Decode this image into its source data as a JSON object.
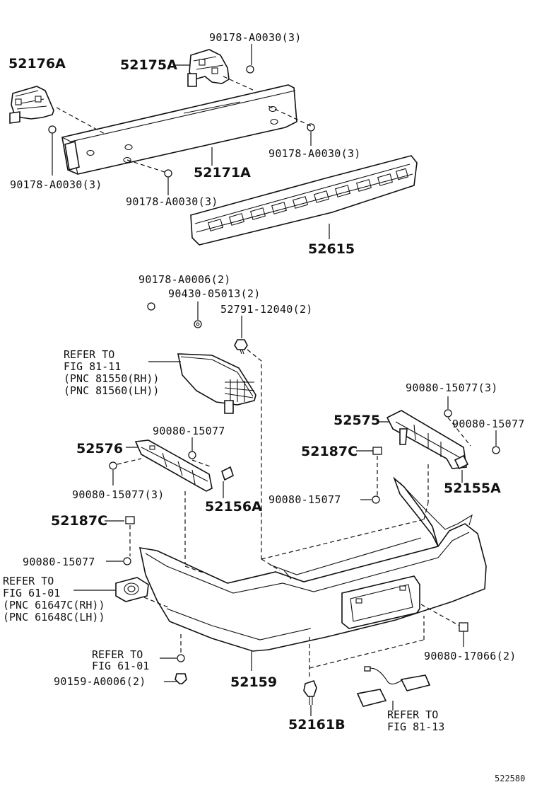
{
  "labels": {
    "p52176A": "52176A",
    "p52175A": "52175A",
    "p90178_a0030_top": "90178-A0030(3)",
    "p90178_a0030_left": "90178-A0030(3)",
    "p90178_a0030_right": "90178-A0030(3)",
    "p90178_a0030_mid": "90178-A0030(3)",
    "p52171A": "52171A",
    "p52615": "52615",
    "p90178_a0006": "90178-A0006(2)",
    "p90430_05013": "90430-05013(2)",
    "p52791_12040": "52791-12040(2)",
    "refer_lamp_1": "REFER TO",
    "refer_lamp_2": "FIG 81-11",
    "refer_lamp_3": "(PNC 81550(RH))",
    "refer_lamp_4": "(PNC 81560(LH))",
    "p90080_15077_3_right": "90080-15077(3)",
    "p52575": "52575",
    "p90080_15077_far_right": "90080-15077",
    "p52187C_right": "52187C",
    "p52155A": "52155A",
    "p90080_15077_mid_left": "90080-15077",
    "p52576": "52576",
    "p90080_15077_3_left": "90080-15077(3)",
    "p52156A": "52156A",
    "p90080_15077_center": "90080-15077",
    "p52187C_left": "52187C",
    "p90080_15077_lower_left": "90080-15077",
    "refer_fog_1": "REFER TO",
    "refer_fog_2": "FIG 61-01",
    "refer_fog_3": "(PNC 61647C(RH))",
    "refer_fog_4": "(PNC 61648C(LH))",
    "p90080_17066": "90080-17066(2)",
    "refer_clip_1": "REFER TO",
    "refer_clip_2": "FIG 61-01",
    "p90159_a0006": "90159-A0006(2)",
    "p52159": "52159",
    "p52161B": "52161B",
    "refer_plate_1": "REFER TO",
    "refer_plate_2": "FIG 81-13",
    "diagram_id": "522580"
  }
}
